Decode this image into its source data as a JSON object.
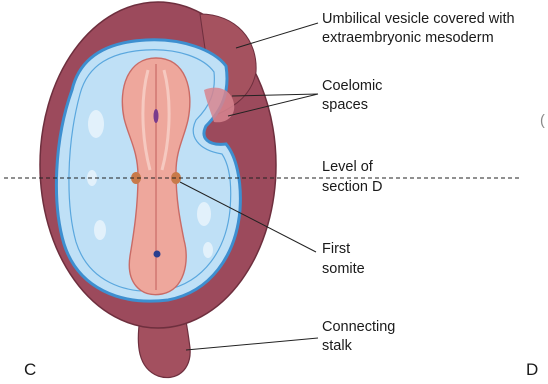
{
  "panel_left": "C",
  "panel_right": "D",
  "edge_mark": "(",
  "labels": {
    "umbilical_1": "Umbilical vesicle covered with",
    "umbilical_2": "extraembryonic mesoderm",
    "coelomic_1": "Coelomic",
    "coelomic_2": "spaces",
    "level_1": "Level of",
    "level_2": "section D",
    "somite_1": "First",
    "somite_2": "somite",
    "stalk_1": "Connecting",
    "stalk_2": "stalk"
  },
  "colors": {
    "outer_wall": "#9c4a5c",
    "outer_wall_dark": "#6e2f3e",
    "amnion_line": "#3d8fd0",
    "cavity": "#bfe0f6",
    "embryo": "#eea79c",
    "embryo_edge": "#c96b66",
    "somite": "#c87a4a",
    "neural_dot": "#7a3b8c"
  }
}
